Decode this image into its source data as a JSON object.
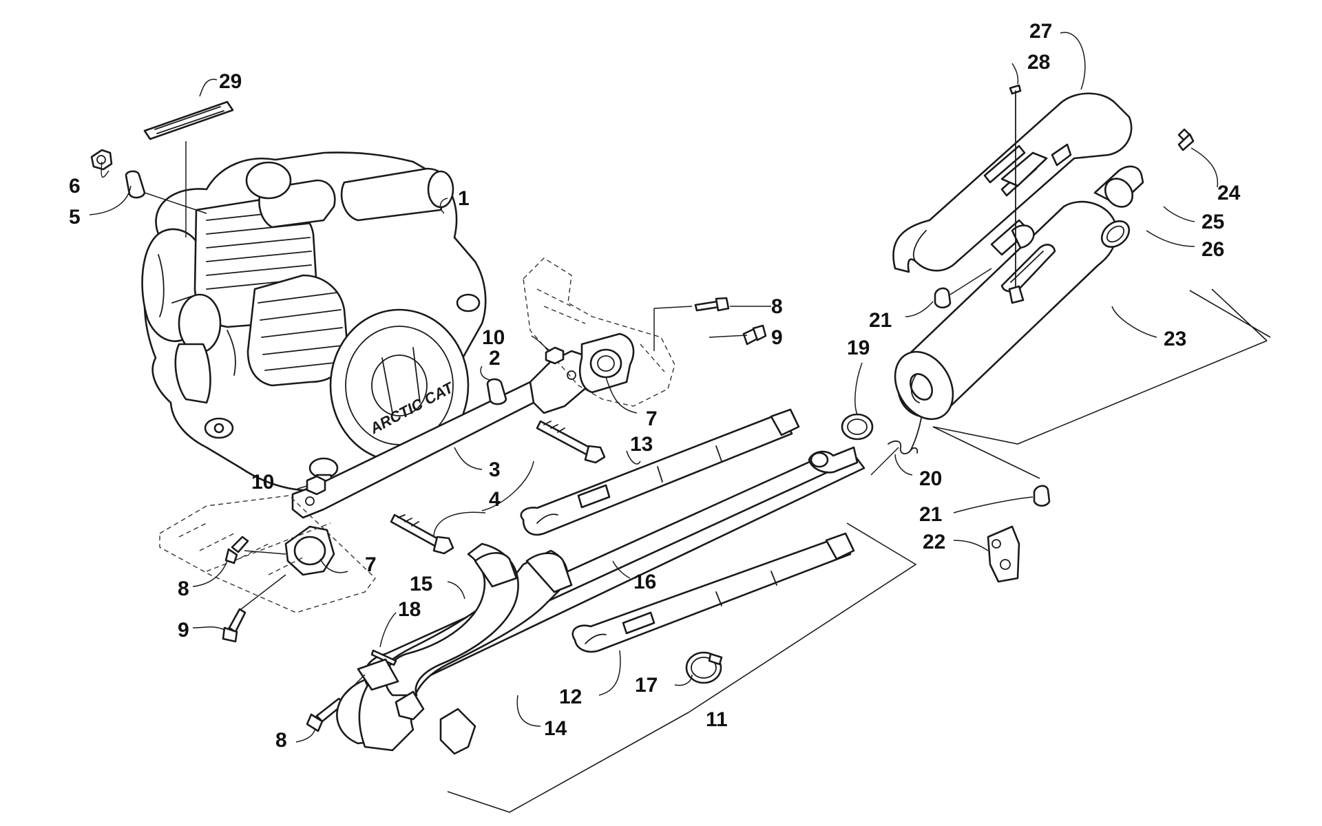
{
  "diagram": {
    "engine_logo": "ARCTIC CAT",
    "callouts": [
      {
        "id": "1",
        "text": "1"
      },
      {
        "id": "2",
        "text": "2"
      },
      {
        "id": "3",
        "text": "3"
      },
      {
        "id": "4",
        "text": "4"
      },
      {
        "id": "5",
        "text": "5"
      },
      {
        "id": "6",
        "text": "6"
      },
      {
        "id": "7a",
        "text": "7"
      },
      {
        "id": "7b",
        "text": "7"
      },
      {
        "id": "8a",
        "text": "8"
      },
      {
        "id": "8b",
        "text": "8"
      },
      {
        "id": "8c",
        "text": "8"
      },
      {
        "id": "9a",
        "text": "9"
      },
      {
        "id": "9b",
        "text": "9"
      },
      {
        "id": "10a",
        "text": "10"
      },
      {
        "id": "10b",
        "text": "10"
      },
      {
        "id": "11",
        "text": "11"
      },
      {
        "id": "12",
        "text": "12"
      },
      {
        "id": "13",
        "text": "13"
      },
      {
        "id": "14",
        "text": "14"
      },
      {
        "id": "15",
        "text": "15"
      },
      {
        "id": "16",
        "text": "16"
      },
      {
        "id": "17",
        "text": "17"
      },
      {
        "id": "18",
        "text": "18"
      },
      {
        "id": "19",
        "text": "19"
      },
      {
        "id": "20",
        "text": "20"
      },
      {
        "id": "21a",
        "text": "21"
      },
      {
        "id": "21b",
        "text": "21"
      },
      {
        "id": "22",
        "text": "22"
      },
      {
        "id": "23",
        "text": "23"
      },
      {
        "id": "24",
        "text": "24"
      },
      {
        "id": "25",
        "text": "25"
      },
      {
        "id": "26",
        "text": "26"
      },
      {
        "id": "27",
        "text": "27"
      },
      {
        "id": "28",
        "text": "28"
      },
      {
        "id": "29",
        "text": "29"
      }
    ]
  }
}
